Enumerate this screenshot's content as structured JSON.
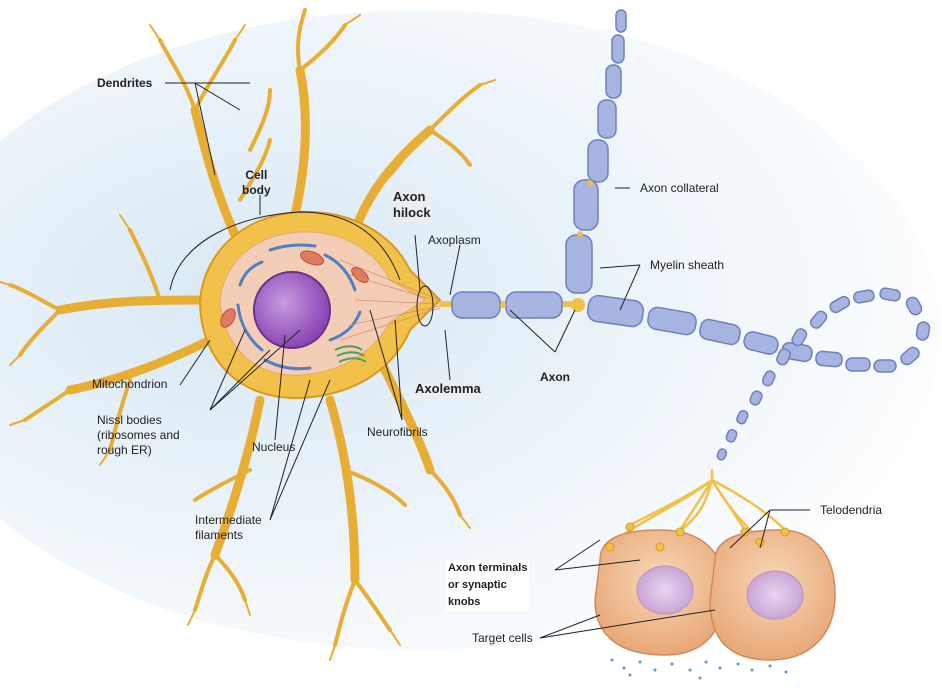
{
  "labels": {
    "dendrites": "Dendrites",
    "cell_body": "Cell\nbody",
    "axon_hillock": "Axon\nhilock",
    "axoplasm": "Axoplasm",
    "axon_collateral": "Axon collateral",
    "myelin_sheath": "Myelin sheath",
    "mitochondrion": "Mitochondrion",
    "axolemma": "Axolemma",
    "axon": "Axon",
    "nissl_bodies": "Nissl bodies\n(ribosomes and\nrough ER)",
    "nucleus": "Nucleus",
    "neurofibrils": "Neurofibrils",
    "intermediate_filaments": "Intermediate\nfilaments",
    "telodendria": "Telodendria",
    "axon_terminals": "Axon terminals\nor synaptic\nknobs",
    "target_cells": "Target cells"
  },
  "colors": {
    "neuron": "#f2c14a",
    "neuron_edge": "#d89a1e",
    "myelin": "#a8b4e0",
    "myelin_edge": "#6f7fc0",
    "nucleus": "#a565c9",
    "target_cell": "#f3c49c",
    "background_glow": "#d8e8f4"
  }
}
